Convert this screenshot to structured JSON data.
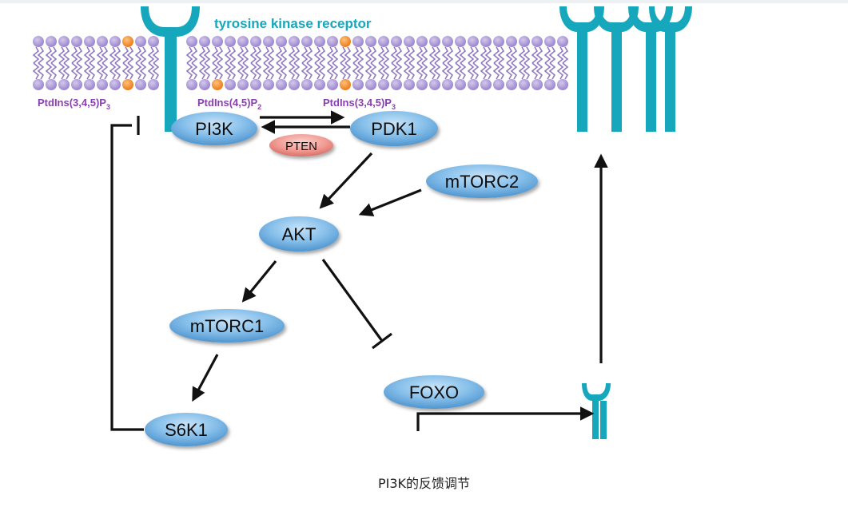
{
  "title": "tyrosine kinase receptor",
  "lipids": {
    "left": "PtdIns(3,4,5)P",
    "left_sub": "3",
    "middle": "PtdIns(4,5)P",
    "middle_sub": "2",
    "right": "PtdIns(3,4,5)P",
    "right_sub": "3"
  },
  "nodes": {
    "pi3k": "PI3K",
    "pdk1": "PDK1",
    "pten": "PTEN",
    "mtorc2": "mTORC2",
    "akt": "AKT",
    "mtorc1": "mTORC1",
    "s6k1": "S6K1",
    "foxo": "FOXO"
  },
  "caption": "PI3K的反馈调节",
  "colors": {
    "lipid_head": "#a48fcf",
    "lipid_tail": "#8f78c2",
    "lipid_highlight": "#f07f1c",
    "receptor": "#17a7bd",
    "node_fill": "#77b6e6",
    "pten_fill": "#f0948e",
    "arrow": "#111111",
    "lipid_label": "#8a3fb0"
  }
}
